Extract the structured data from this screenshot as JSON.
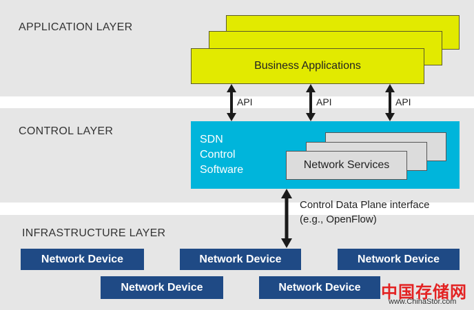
{
  "layers": {
    "application": "APPLICATION LAYER",
    "control": "CONTROL LAYER",
    "infrastructure": "INFRASTRUCTURE LAYER"
  },
  "business_apps": {
    "label": "Business Applications"
  },
  "api_labels": [
    "API",
    "API",
    "API"
  ],
  "sdn": {
    "line1": "SDN",
    "line2": "Control",
    "line3": "Software"
  },
  "network_services": {
    "label": "Network Services"
  },
  "interface_note": {
    "line1": "Control Data Plane interface",
    "line2": "(e.g., OpenFlow)"
  },
  "devices": [
    "Network Device",
    "Network Device",
    "Network Device",
    "Network Device",
    "Network Device"
  ],
  "watermark": {
    "cn": "中国存储网",
    "url": "www.ChinaStor.com"
  },
  "colors": {
    "band_gray": "#e6e6e6",
    "app_yellow": "#e2ea00",
    "sdn_cyan": "#00b5db",
    "device_blue": "#1f4a85",
    "arrow_black": "#1a1a1a"
  }
}
